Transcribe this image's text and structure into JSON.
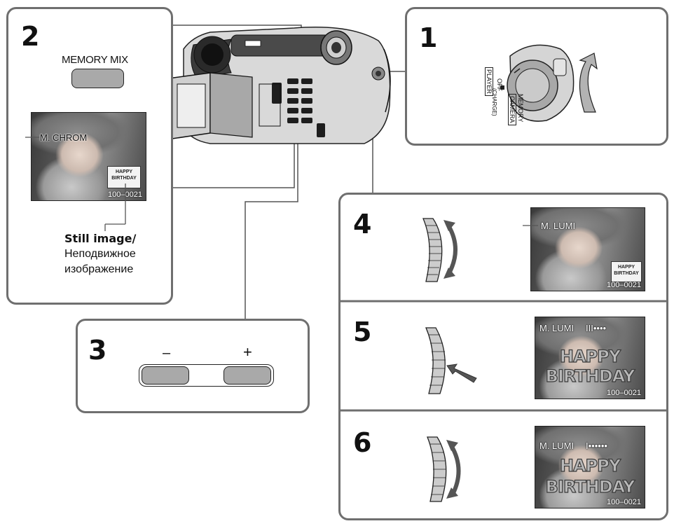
{
  "steps": {
    "s1": "1",
    "s2": "2",
    "s3": "3",
    "s4": "4",
    "s5": "5",
    "s6": "6"
  },
  "panel2": {
    "button_label": "MEMORY MIX",
    "osd_mode": "M. CHROM",
    "stamp_line1": "HAPPY",
    "stamp_line2": "BIRTHDAY",
    "counter": "100–0021",
    "caption_en": "Still image/",
    "caption_ru1": "Неподвижное",
    "caption_ru2": "изображение"
  },
  "panel1": {
    "dial_player": "PLAYER",
    "dial_off": "OFF",
    "dial_charge": "(CHARGE)",
    "dial_memory": "MEMORY",
    "dial_camera": "CAMERA"
  },
  "panel3": {
    "minus": "–",
    "plus": "+"
  },
  "panel4": {
    "osd_mode": "M. LUMI",
    "stamp_line1": "HAPPY",
    "stamp_line2": "BIRTHDAY",
    "counter": "100–0021"
  },
  "panel5": {
    "osd_mode": "M. LUMI",
    "osd_level": "III••••",
    "big_line1": "HAPPY",
    "big_line2": "BIRTHDAY",
    "counter": "100–0021"
  },
  "panel6": {
    "osd_mode": "M. LUMI",
    "osd_level": "I••••••",
    "big_line1": "HAPPY",
    "big_line2": "BIRTHDAY",
    "counter": "100–0021"
  }
}
